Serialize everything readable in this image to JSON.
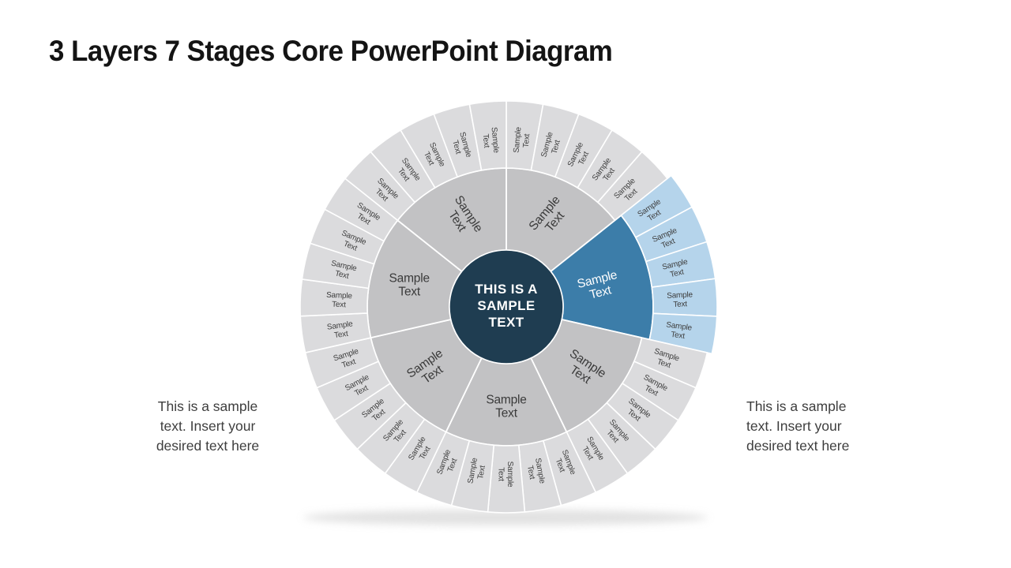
{
  "title": "3 Layers 7 Stages Core PowerPoint Diagram",
  "center_label": {
    "lines": [
      "THIS IS A",
      "SAMPLE",
      "TEXT"
    ]
  },
  "wheel": {
    "stage_count": 7,
    "outer_segments_per_stage": 5,
    "segment_label_lines": [
      "Sample",
      "Text"
    ],
    "highlighted_stage_index": 1,
    "middle_label_rotations": [
      -50,
      -14,
      34,
      0,
      -35,
      0,
      57
    ],
    "colors": {
      "center": "#1F3D51",
      "middle_gray": "#C2C2C4",
      "outer_gray": "#DBDBDD",
      "middle_highlight": "#3C7DA9",
      "outer_highlight": "#B5D4EB",
      "label_dark": "#3A3A3A",
      "outer_label_dark": "#3F3F3F",
      "label_light": "#FFFFFF",
      "divider": "#FFFFFF",
      "shadow": "#CFCFCF"
    }
  },
  "notes": {
    "left": {
      "lines": [
        "This is a sample",
        "text. Insert your",
        "desired text here"
      ]
    },
    "right": {
      "lines": [
        "This is a sample",
        "text. Insert your",
        "desired text here"
      ]
    }
  }
}
